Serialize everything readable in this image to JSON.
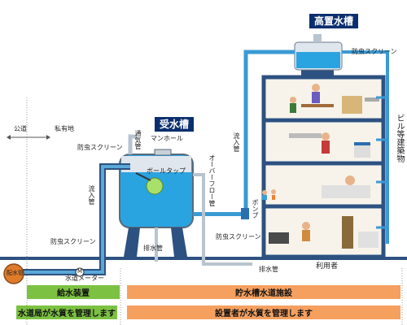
{
  "titles": {
    "high_tank": "高置水槽",
    "receiving_tank": "受水槽"
  },
  "labels": {
    "public_road": "公道",
    "private_land": "私有地",
    "insect_screen_left": "防虫スクリーン",
    "vent_pipe": "通気管",
    "manhole": "マンホール",
    "ball_tap": "ボールタップ",
    "inflow_pipe_left": "流入管",
    "overflow_pipe": "オーバーフロー管",
    "pump": "ポンプ",
    "inflow_pipe_building": "流入管",
    "insect_screen_bottom": "防虫スクリーン",
    "drain_pipe_tank": "排水管",
    "insect_screen_right": "防虫スクリーン",
    "drain_pipe_right": "排水管",
    "insect_screen_top": "防虫スクリーン",
    "building": "ビル等建築物",
    "users": "利用者",
    "distribution_main": "配水管",
    "water_meter": "水道メーター",
    "meter_symbol": "M"
  },
  "bars": {
    "supply_device": "給水装置",
    "tank_facility": "貯水槽水道施設",
    "bureau_manages": "水道局が水質を管理します",
    "installer_manages": "設置者が水質を管理します"
  },
  "colors": {
    "pipe": "#3b9ad4",
    "water": "#2aa4e0",
    "frame": "#2d5180",
    "title_bg": "#0b2f6e",
    "green": "#7cc142",
    "orange": "#f5a05f",
    "main_pipe": "#e07b2a"
  }
}
